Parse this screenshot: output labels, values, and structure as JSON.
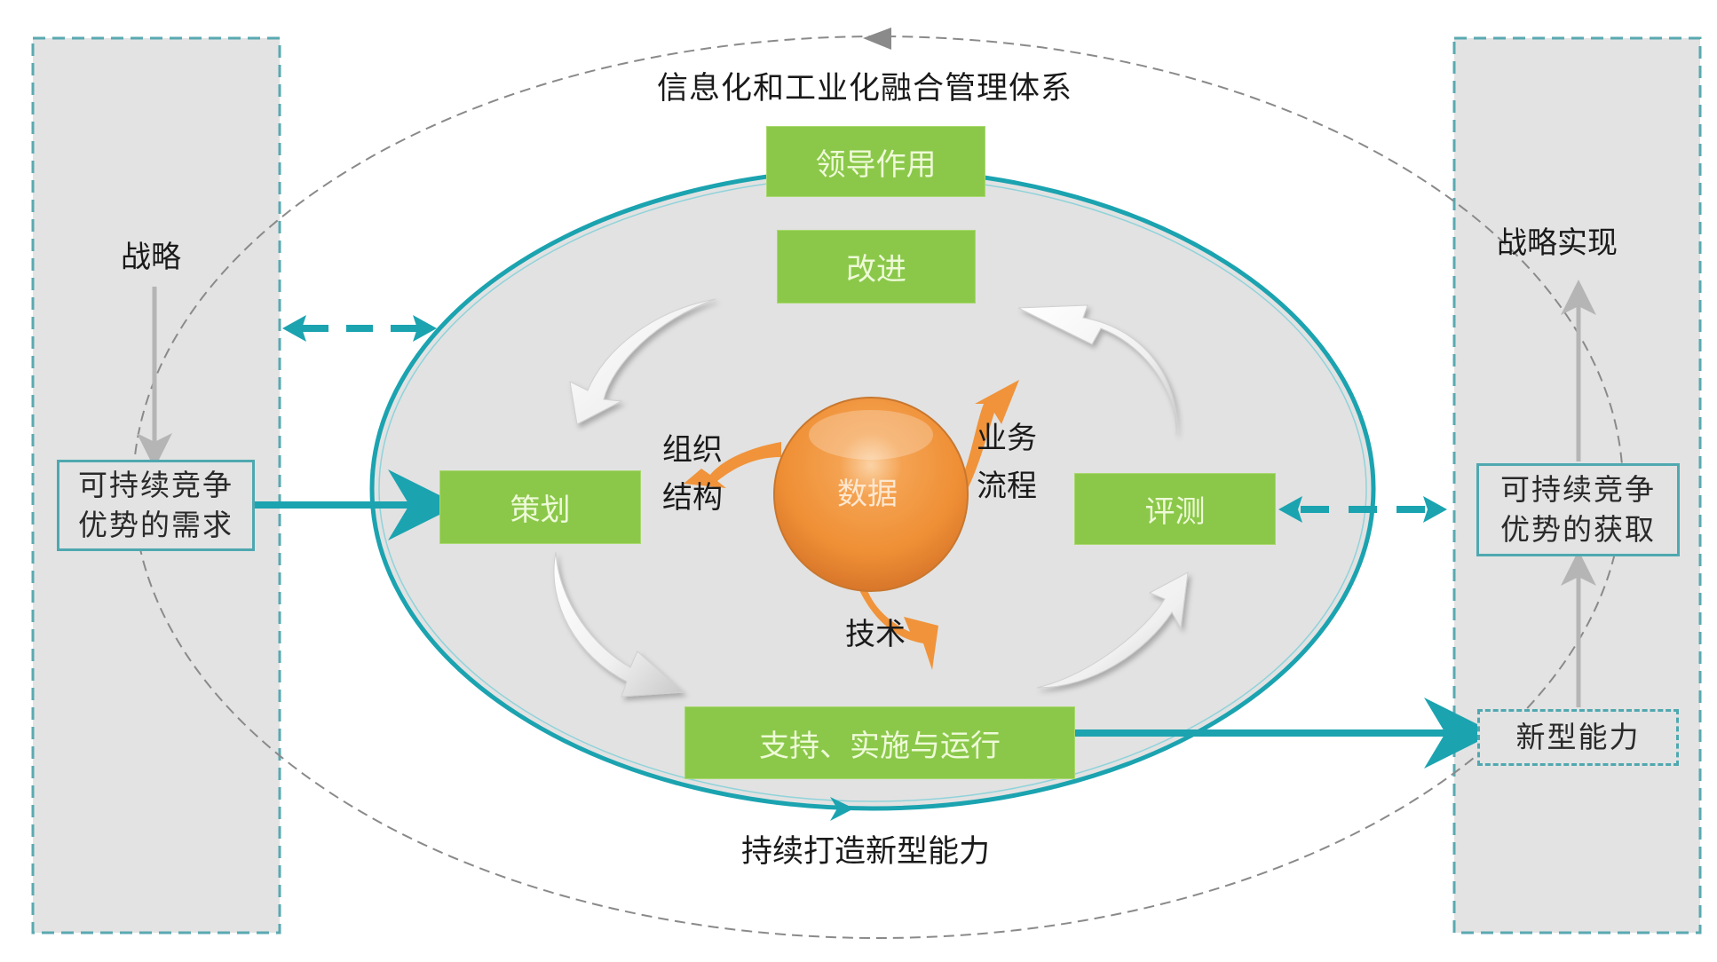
{
  "title": "信息化和工业化融合管理体系",
  "bottom_caption": "持续打造新型能力",
  "left_panel": {
    "strategy_label": "战略",
    "demand_box": [
      "可持续竞争",
      "优势的需求"
    ]
  },
  "right_panel": {
    "strategy_realized_label": "战略实现",
    "acquire_box": [
      "可持续竞争",
      "优势的获取"
    ],
    "new_capability_box": "新型能力"
  },
  "cycle": {
    "leadership": "领导作用",
    "improve": "改进",
    "plan": "策划",
    "evaluate": "评测",
    "support": "支持、实施与运行"
  },
  "core": {
    "center": "数据",
    "elements": {
      "organization": [
        "组织",
        "结构"
      ],
      "business": [
        "业务",
        "流程"
      ],
      "technology": "技术"
    }
  },
  "colors": {
    "green": "#8bc84a",
    "teal": "#1ba3b0",
    "orange": "#f0933a",
    "panel_gray": "#e3e3e3",
    "dashed_gray": "#8a8a8a"
  }
}
